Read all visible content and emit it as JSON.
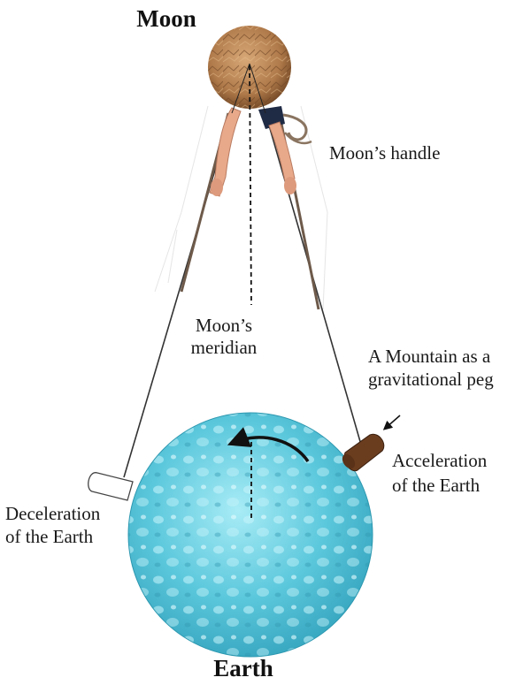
{
  "titles": {
    "moon": "Moon",
    "earth": "Earth"
  },
  "labels": {
    "moons_handle": "Moon’s handle",
    "moons_meridian_line1": "Moon’s",
    "moons_meridian_line2": "meridian",
    "mountain_line1": "A Mountain as a",
    "mountain_line2": "gravitational peg",
    "acceleration_line1": "Acceleration",
    "acceleration_line2": "of the Earth",
    "deceleration_line1": "Deceleration",
    "deceleration_line2": "of the Earth"
  },
  "colors": {
    "moon_fill": "#b07a4a",
    "earth_fill": "#5cc8dc",
    "mountain_peg": "#6b3d1f",
    "rope": "#6e5a4a"
  }
}
